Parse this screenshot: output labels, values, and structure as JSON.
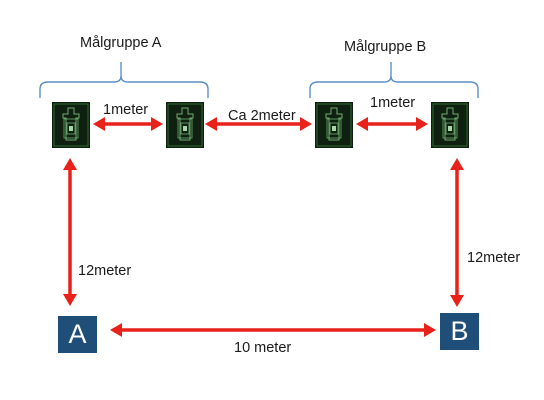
{
  "groups": {
    "a": "Målgruppe A",
    "b": "Målgruppe B"
  },
  "distances": {
    "a_pair": "1meter",
    "between_groups": "Ca 2meter",
    "b_pair": "1meter",
    "left_side": "12meter",
    "right_side": "12meter",
    "bottom": "10 meter"
  },
  "positions": {
    "a": "A",
    "b": "B"
  },
  "colors": {
    "arrow": "#e8211b",
    "box": "#1f4e79",
    "bracket": "#5b8ec7",
    "target": "#0f1f10"
  }
}
